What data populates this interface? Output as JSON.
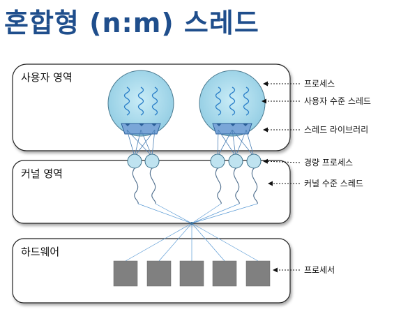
{
  "title": "혼합형 (n:m) 스레드",
  "layers": {
    "user": "사용자 영역",
    "kernel": "커널 영역",
    "hardware": "하드웨어"
  },
  "annotations": {
    "process": "프로세스",
    "user_thread": "사용자 수준 스레드",
    "thread_library": "스레드 라이브러리",
    "lightweight_process": "경량 프로세스",
    "kernel_thread": "커널 수준 스레드",
    "processor": "프로세서"
  },
  "colors": {
    "title": "#1f4e8c",
    "process_fill": "#a9d8ea",
    "library_fill": "#7aa6d8",
    "lwp_fill": "#bfe3f0",
    "processor_fill": "#808080",
    "thread_stroke": "#2b7fc8"
  }
}
